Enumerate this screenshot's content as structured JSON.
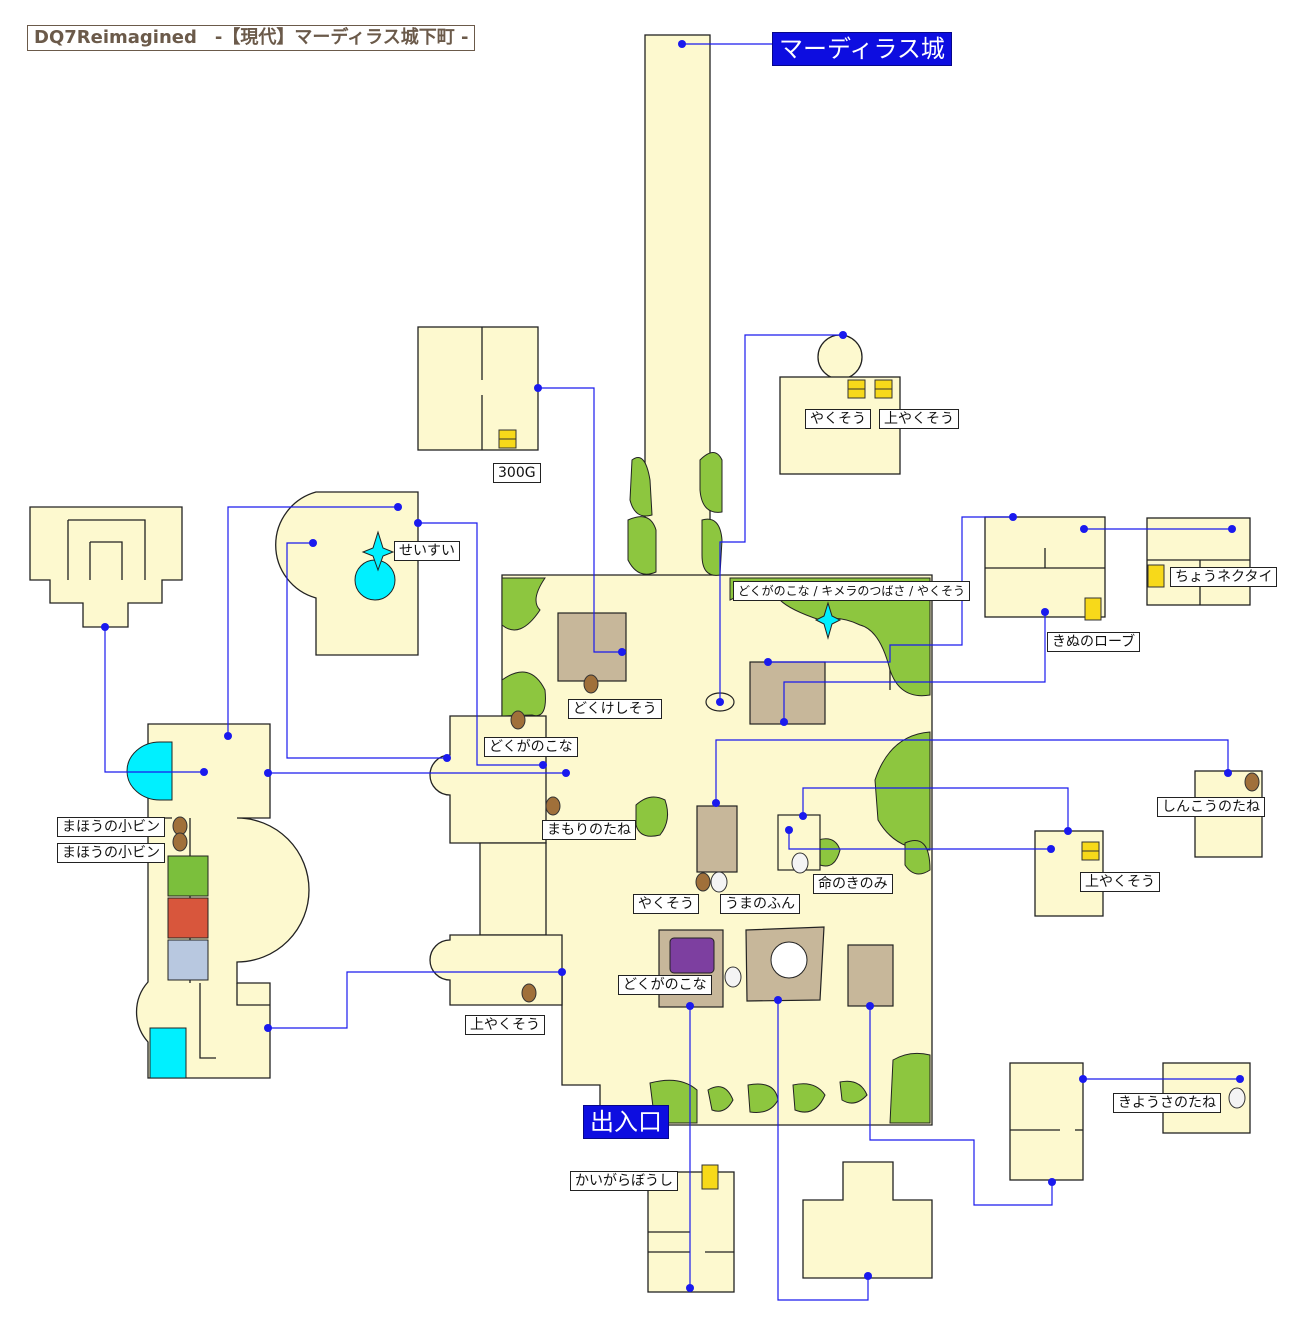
{
  "title": "DQ7Reimagined　-【現代】マーディラス城下町 -",
  "colors": {
    "room_fill": "#fdf9cf",
    "wall": "#222222",
    "grass": "#8dc63f",
    "building_roof": "#c7b79a",
    "connector": "#1a1aee",
    "water": "#00f0ff",
    "exit_label_bg": "#0d0de0"
  },
  "destinations": {
    "castle": "マーディラス城",
    "entrance": "出入口"
  },
  "items": [
    {
      "id": "gold",
      "label": "300G",
      "icon": "treasure-chest-icon"
    },
    {
      "id": "herb1",
      "label": "やくそう",
      "icon": "treasure-chest-icon"
    },
    {
      "id": "herb2",
      "label": "上やくそう",
      "icon": "treasure-chest-icon"
    },
    {
      "id": "holy-water",
      "label": "せいすい",
      "icon": "sparkle-icon"
    },
    {
      "id": "multi",
      "label": "どくがのこな / キメラのつばさ / やくそう",
      "icon": "sparkle-icon"
    },
    {
      "id": "tie",
      "label": "ちょうネクタイ",
      "icon": "wardrobe-icon"
    },
    {
      "id": "silk",
      "label": "きぬのローブ",
      "icon": "wardrobe-icon"
    },
    {
      "id": "antidote",
      "label": "どくけしそう",
      "icon": "barrel-icon"
    },
    {
      "id": "moth1",
      "label": "どくがのこな",
      "icon": "barrel-icon"
    },
    {
      "id": "guard",
      "label": "まもりのたね",
      "icon": "barrel-icon"
    },
    {
      "id": "faith",
      "label": "しんこうのたね",
      "icon": "barrel-icon"
    },
    {
      "id": "mp1",
      "label": "まほうの小ビン",
      "icon": "barrel-icon"
    },
    {
      "id": "mp2",
      "label": "まほうの小ビン",
      "icon": "barrel-icon"
    },
    {
      "id": "life",
      "label": "命のきのみ",
      "icon": "pot-icon"
    },
    {
      "id": "herb3",
      "label": "上やくそう",
      "icon": "treasure-chest-icon"
    },
    {
      "id": "herb4",
      "label": "やくそう",
      "icon": "barrel-icon"
    },
    {
      "id": "dung",
      "label": "うまのふん",
      "icon": "pot-icon"
    },
    {
      "id": "moth2",
      "label": "どくがのこな",
      "icon": "pot-icon"
    },
    {
      "id": "herb5",
      "label": "上やくそう",
      "icon": "barrel-icon"
    },
    {
      "id": "hat",
      "label": "かいがらぼうし",
      "icon": "wardrobe-icon"
    },
    {
      "id": "dex",
      "label": "きようさのたね",
      "icon": "pot-icon"
    }
  ]
}
